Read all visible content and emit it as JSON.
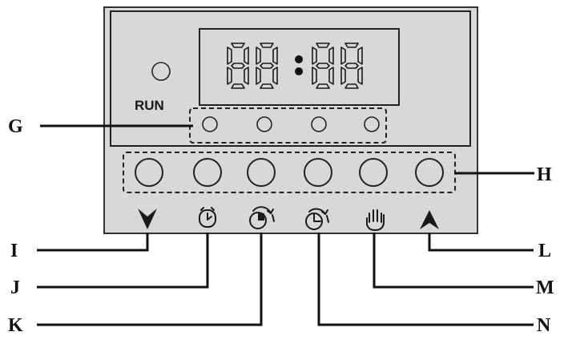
{
  "panel": {
    "run_label": "RUN",
    "display_readout": "88:88"
  },
  "callouts": {
    "G": "G",
    "H": "H",
    "I": "I",
    "J": "J",
    "K": "K",
    "L": "L",
    "M": "M",
    "N": "N"
  },
  "indicator_leds": 4,
  "buttons": 6,
  "button_icons": [
    "down-arrow-icon",
    "clock-icon",
    "timer-on-icon",
    "timer-off-icon",
    "manual-hand-icon",
    "up-arrow-icon"
  ],
  "colors": {
    "panel_fill": "#d8d8d8",
    "outline": "#222222"
  }
}
